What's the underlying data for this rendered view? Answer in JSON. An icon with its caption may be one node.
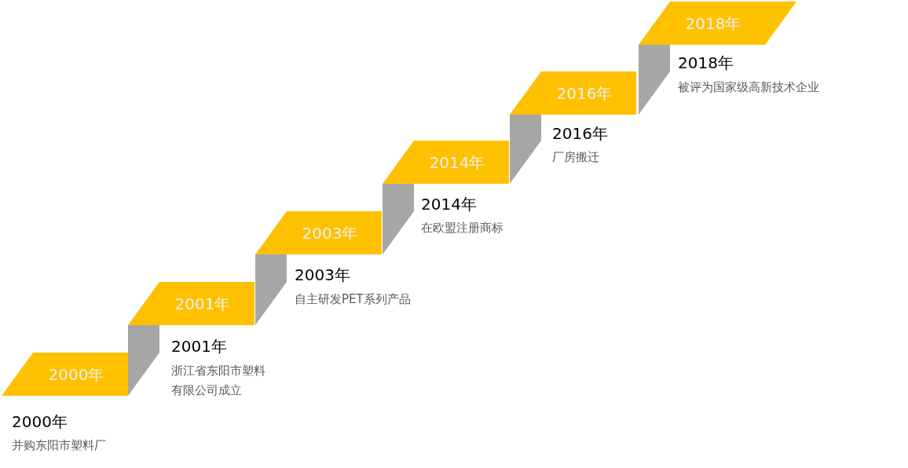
{
  "diagram": {
    "nodes": [
      {
        "text": [
          "2000年"
        ],
        "beside": [
          "2000年",
          "并购东阳市塑料厂"
        ]
      },
      {
        "text": [],
        "shape": "box"
      },
      {
        "text": [
          "2001年"
        ],
        "beside": [
          "2001年",
          "浙江省东阳市塑料有限公司成立"
        ]
      },
      {
        "text": [],
        "shape": "box"
      },
      {
        "text": [
          "2003年"
        ],
        "beside": [
          "2003年",
          "自主研发PET系列产品"
        ]
      },
      {
        "text": [],
        "shape": "box"
      },
      {
        "text": [
          "2014年"
        ],
        "beside": [
          "2014年",
          "在欧盟注册商标"
        ]
      },
      {
        "text": [],
        "shape": "box"
      },
      {
        "text": [
          "2016年"
        ],
        "beside": [
          "2016年",
          "厂房搬迁"
        ]
      },
      {
        "text": [],
        "shape": "box"
      },
      {
        "text": [
          "2018年"
        ],
        "beside": [
          "2018年",
          "被评为国家级高新技术企业"
        ]
      }
    ]
  }
}
